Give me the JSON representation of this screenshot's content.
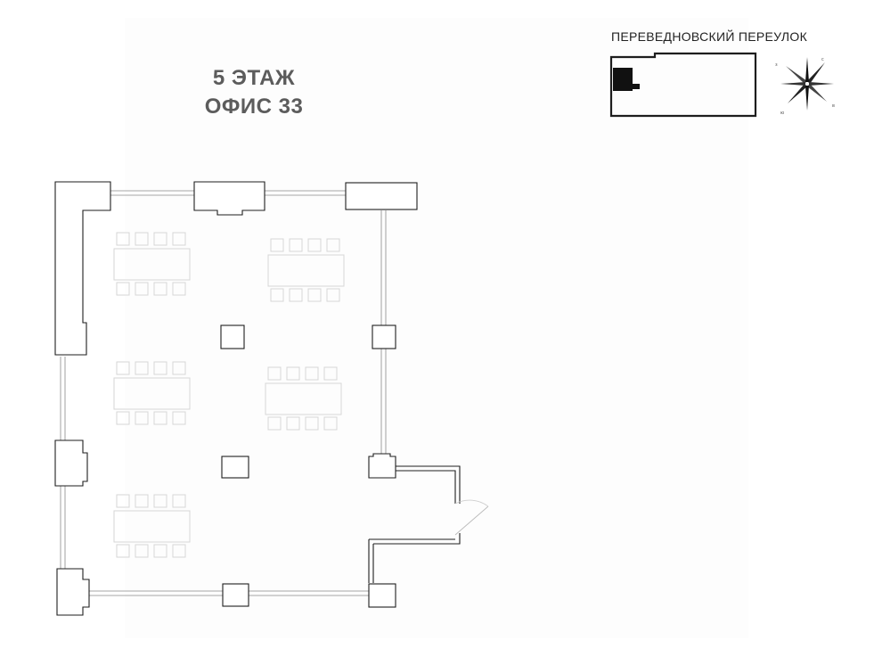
{
  "floor": {
    "line1": "5 ЭТАЖ",
    "line2": "ОФИС 33"
  },
  "location_map": {
    "street": "ПЕРЕВЕДНОВСКИЙ ПЕРЕУЛОК"
  },
  "colors": {
    "title": "#5c5c5c",
    "wall": "#1e1e1e",
    "furniture": "#d6d6d6",
    "highlight": "#111111"
  },
  "icons": [
    "compass-rose-icon",
    "door-swing-icon"
  ]
}
